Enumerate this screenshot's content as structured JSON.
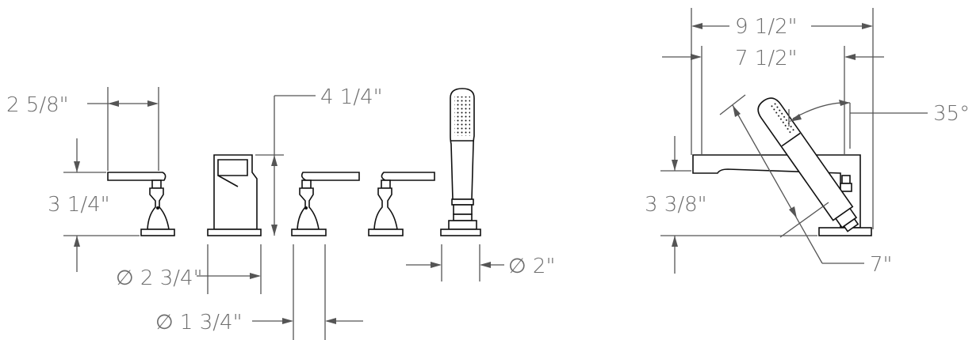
{
  "front_view": {
    "dims": {
      "handle_reach": "2 5/8\"",
      "handle_height": "3 1/4\"",
      "spout_height": "4 1/4\"",
      "spout_base": "∅ 2 3/4\"",
      "valve_base": "∅ 1 3/4\"",
      "handshower_base": "∅ 2\""
    }
  },
  "side_view": {
    "dims": {
      "overall_depth": "9 1/2\"",
      "spout_reach": "7 1/2\"",
      "angle": "35°",
      "spout_height": "3 3/8\"",
      "handshower_length": "7\""
    }
  }
}
